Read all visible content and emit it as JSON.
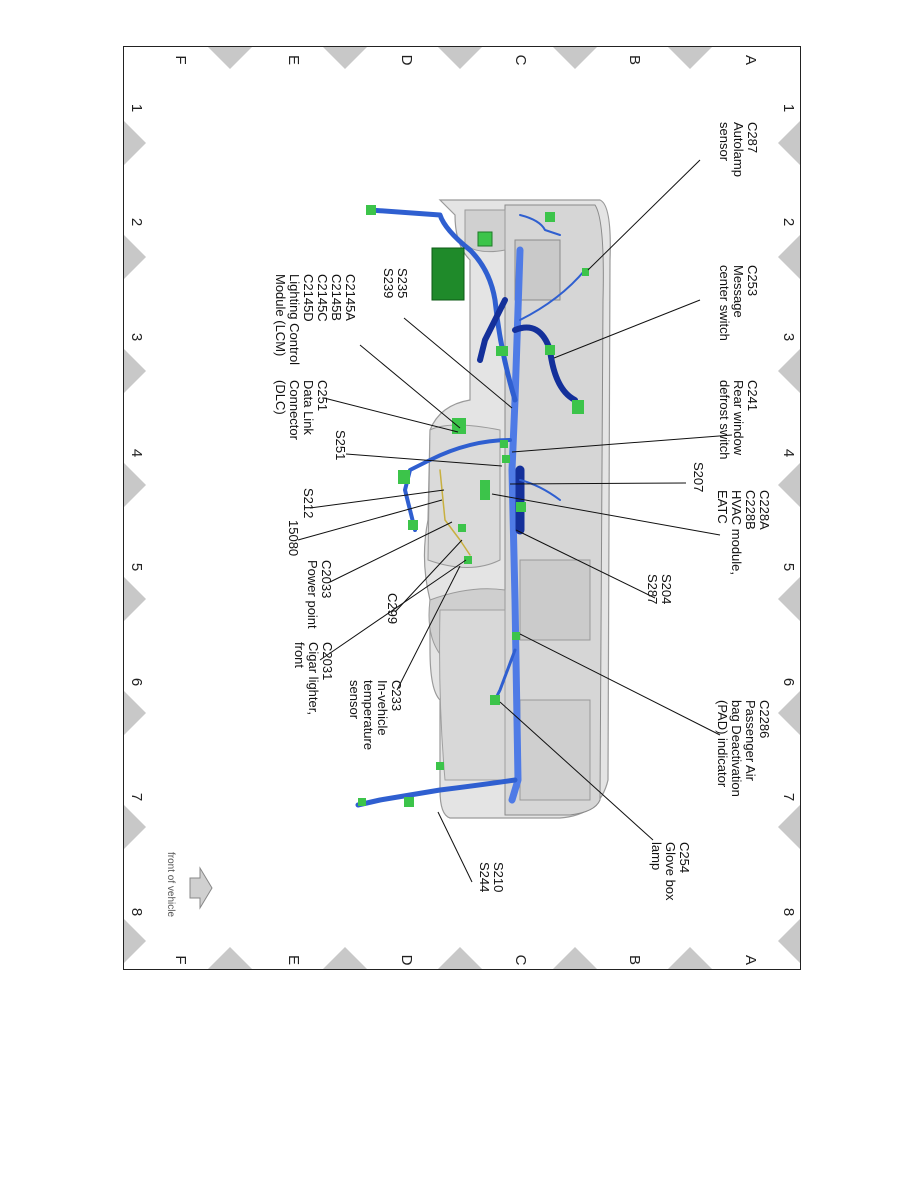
{
  "grid": {
    "numbers": [
      "1",
      "2",
      "3",
      "4",
      "5",
      "6",
      "7",
      "8"
    ],
    "letters": [
      "A",
      "B",
      "C",
      "D",
      "E",
      "F"
    ]
  },
  "callouts": [
    {
      "id": "c287",
      "lines": [
        "C287",
        "Autolamp",
        "sensor"
      ]
    },
    {
      "id": "c253",
      "lines": [
        "C253",
        "Message",
        "center switch"
      ]
    },
    {
      "id": "c241",
      "lines": [
        "C241",
        "Rear window",
        "defrost switch"
      ]
    },
    {
      "id": "s207",
      "lines": [
        "S207"
      ]
    },
    {
      "id": "c228",
      "lines": [
        "C228A",
        "C228B",
        "HVAC module,",
        "EATC"
      ]
    },
    {
      "id": "s204",
      "lines": [
        "S204",
        "S287"
      ]
    },
    {
      "id": "c2286",
      "lines": [
        "C2286",
        "Passenger Air",
        "bag Deactivation",
        "(PAD) indicator"
      ]
    },
    {
      "id": "c254",
      "lines": [
        "C254",
        "Glove box",
        "lamp"
      ]
    },
    {
      "id": "s210",
      "lines": [
        "S210",
        "S244"
      ]
    },
    {
      "id": "s235",
      "lines": [
        "S235",
        "S239"
      ]
    },
    {
      "id": "c2145",
      "lines": [
        "C2145A",
        "C2145B",
        "C2145C",
        "C2145D",
        "Lighting Control",
        "Module (LCM)"
      ]
    },
    {
      "id": "c251",
      "lines": [
        "C251",
        "Data Link",
        "Connector",
        "(DLC)"
      ]
    },
    {
      "id": "s251",
      "lines": [
        "S251"
      ]
    },
    {
      "id": "s212",
      "lines": [
        "S212"
      ]
    },
    {
      "id": "n15080",
      "lines": [
        "15080"
      ]
    },
    {
      "id": "c2033",
      "lines": [
        "C2033",
        "Power point"
      ]
    },
    {
      "id": "c299",
      "lines": [
        "C299"
      ]
    },
    {
      "id": "c2031",
      "lines": [
        "C2031",
        "Cigar lighter,",
        "front"
      ]
    },
    {
      "id": "c233",
      "lines": [
        "C233",
        "In-vehicle",
        "temperature",
        "sensor"
      ]
    }
  ],
  "front_label": "front of vehicle",
  "colors": {
    "harness": "#2f5fd0",
    "harness_dark": "#14309a",
    "connector": "#3cc44a",
    "module": "#1f8a2a",
    "body": "#dcdcdc",
    "marker": "#c8c8c8"
  }
}
